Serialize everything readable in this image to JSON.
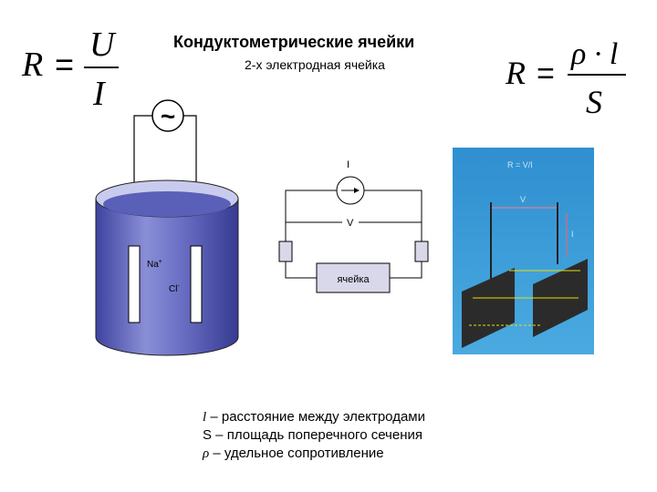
{
  "title": "Кондуктометрические ячейки",
  "subtitle": "2-х электродная ячейка",
  "formula_left": {
    "lhs": "R",
    "eq": "=",
    "numerator": "U",
    "denominator": "I"
  },
  "formula_right": {
    "lhs": "R",
    "eq": "=",
    "numerator": "ρ · l",
    "denominator": "S"
  },
  "ac_source_symbol": "~",
  "cell_ions": {
    "cation": "Na",
    "cation_charge": "+",
    "anion": "Cl",
    "anion_charge": "-"
  },
  "circuit": {
    "current_label": "I",
    "voltage_label": "V",
    "cell_label": "ячейка"
  },
  "photo_panel": {
    "formula": "R = V/I",
    "v_label": "V",
    "i_label": "I"
  },
  "legend": [
    {
      "symbol": "l",
      "text": " – расстояние между электродами"
    },
    {
      "symbol": "S",
      "text": " – площадь поперечного сечения"
    },
    {
      "symbol": "ρ",
      "text": " – удельное сопротивление"
    }
  ],
  "colors": {
    "cylinder": "#5a5fb8",
    "cylinder_top": "#d8d9f2",
    "photo_bg": "#3a9bd8",
    "plate": "#2b2b2b",
    "accent_line": "#e8e000",
    "dim_line": "#e04040"
  }
}
